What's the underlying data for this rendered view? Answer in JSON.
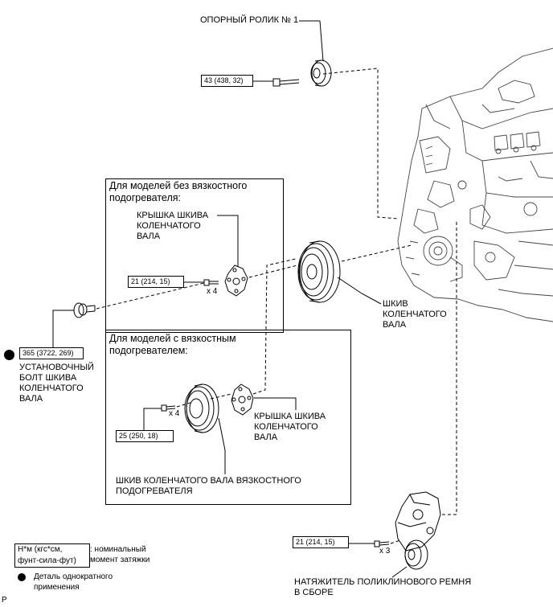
{
  "labels": {
    "idler": "ОПОРНЫЙ РОЛИК № 1",
    "pulley": "ШКИВ\nКОЛЕНЧАТОГО\nВАЛА",
    "bolt": "УСТАНОВОЧНЫЙ\nБОЛТ ШКИВА\nКОЛЕНЧАТОГО\nВАЛА",
    "cover_top": "КРЫШКА ШКИВА\nКОЛЕНЧАТОГО\nВАЛА",
    "cover_bottom": "КРЫШКА ШКИВА\nКОЛЕНЧАТОГО\nВАЛА",
    "viscous_pulley": "ШКИВ КОЛЕНЧАТОГО ВАЛА ВЯЗКОСТНОГО\nПОДОГРЕВАТЕЛЯ",
    "tensioner": "НАТЯЖИТЕЛЬ ПОЛИКЛИНОВОГО РЕМНЯ\nВ СБОРЕ"
  },
  "boxes": {
    "no_heater": "Для моделей без вязкостного\nподогревателя:",
    "with_heater": "Для моделей с вязкостным\nподогревателем:"
  },
  "torques": {
    "idler": "43 (438, 32)",
    "cover_top": "21 (214, 15)",
    "bolt": "365 (3722, 269)",
    "cover_bottom": "25 (250, 18)",
    "tensioner": "21 (214, 15)"
  },
  "quantities": {
    "cover_top": "x 4",
    "cover_bottom": "x 4",
    "tensioner": "x 3"
  },
  "legend": {
    "unit_box": "Н*м (кгс*см,\nфунт-сила-фут)",
    "unit_desc": ": номинальный\nмомент затяжки",
    "single_use": "Деталь однократного\nприменения"
  },
  "corner_mark": "P"
}
